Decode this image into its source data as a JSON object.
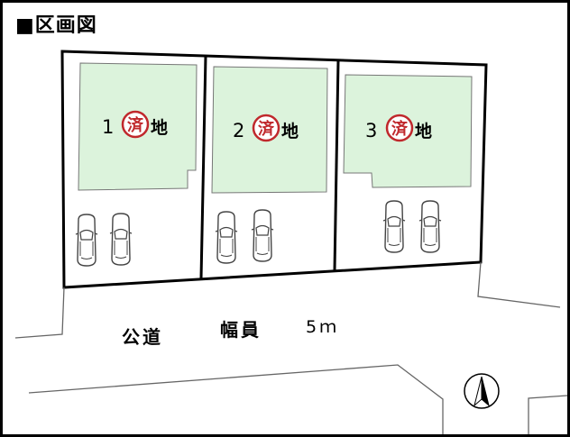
{
  "title": "■区画図",
  "lots": [
    {
      "number": "1",
      "stamp": "済",
      "suffix": "地"
    },
    {
      "number": "2",
      "stamp": "済",
      "suffix": "地"
    },
    {
      "number": "3",
      "stamp": "済",
      "suffix": "地"
    }
  ],
  "road": {
    "label": "公道",
    "width_label": "幅員",
    "width_value": "5ｍ"
  },
  "colors": {
    "lot_fill": "#dcf3dc",
    "stamp": "#c0282c",
    "outline": "#000000",
    "line": "#666666"
  },
  "icons": [
    "car-icon",
    "north-arrow-icon"
  ]
}
